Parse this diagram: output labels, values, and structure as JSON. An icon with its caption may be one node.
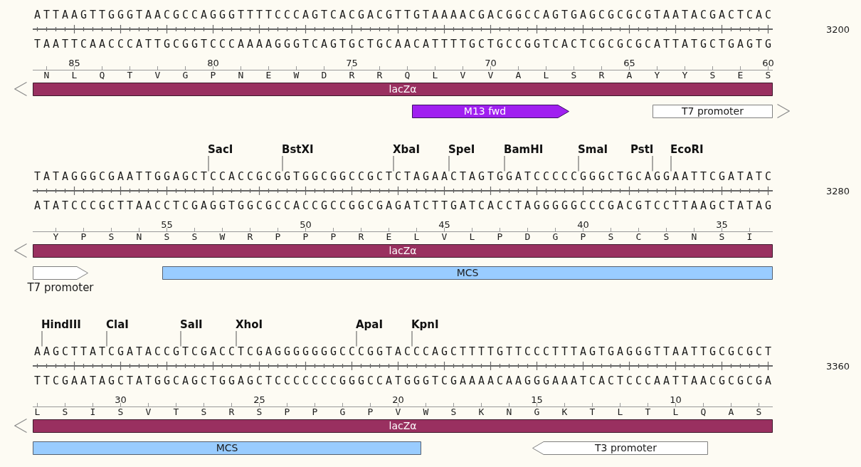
{
  "diagram": {
    "nodes": [
      {
        "text": [
          "lacZα"
        ]
      },
      {
        "text": [
          "M13 fwd"
        ]
      },
      {
        "text": [
          "T7 promoter"
        ]
      },
      {
        "text": [
          "SacI"
        ]
      },
      {
        "text": [
          "BstXI"
        ]
      },
      {
        "text": [
          "XbaI"
        ]
      },
      {
        "text": [
          "SpeI"
        ]
      },
      {
        "text": [
          "BamHI"
        ]
      },
      {
        "text": [
          "SmaI"
        ]
      },
      {
        "text": [
          "PstI"
        ]
      },
      {
        "text": [
          "EcoRI"
        ]
      },
      {
        "text": [
          "TATAGGGCGAATTGGAGCTCCACCGCGGTGGCGGCCGCTCTAGAACTAGTGGATCCCCCGGGCTGCAGGAATTCGATATC"
        ]
      },
      {
        "text": [
          "lacZα"
        ]
      },
      {
        "text": [
          "T7 promoter"
        ]
      },
      {
        "text": [
          "MCS"
        ]
      },
      {
        "text": [
          "HindIII"
        ]
      },
      {
        "text": [
          "ClaI"
        ]
      },
      {
        "text": [
          "SalI"
        ]
      },
      {
        "text": [
          "XhoI"
        ]
      },
      {
        "text": [
          "ApaI"
        ]
      },
      {
        "text": [
          "KpnI"
        ]
      },
      {
        "text": [
          "AAGCTTATCGATACCGTCGACCTCGAGGGGGGGCCCGGTACCCAGCTTTTGTTCCCTTTAGTGAGGGTTAATTGCGCGCT"
        ]
      },
      {
        "text": [
          "lacZα"
        ]
      },
      {
        "text": [
          "MCS"
        ]
      },
      {
        "text": [
          "T3 promoter"
        ]
      }
    ],
    "edges": [
      {
        "from": 3,
        "to": 11,
        "arrow": "none"
      },
      {
        "from": 4,
        "to": 11,
        "arrow": "none"
      },
      {
        "from": 5,
        "to": 11,
        "arrow": "none"
      },
      {
        "from": 6,
        "to": 11,
        "arrow": "none"
      },
      {
        "from": 7,
        "to": 11,
        "arrow": "none"
      },
      {
        "from": 8,
        "to": 11,
        "arrow": "none"
      },
      {
        "from": 9,
        "to": 11,
        "arrow": "none"
      },
      {
        "from": 10,
        "to": 11,
        "arrow": "none"
      },
      {
        "from": 15,
        "to": 21,
        "arrow": "none"
      },
      {
        "from": 16,
        "to": 21,
        "arrow": "none"
      },
      {
        "from": 17,
        "to": 21,
        "arrow": "none"
      },
      {
        "from": 18,
        "to": 21,
        "arrow": "none"
      },
      {
        "from": 19,
        "to": 21,
        "arrow": "none"
      },
      {
        "from": 20,
        "to": 21,
        "arrow": "none"
      }
    ],
    "labels": [
      "ATTAAGTTGGGTAACGCCAGGGTTTTCCCAGTCACGACGTTGTAAAACGACGGCCAGTGAGCGCGCGTAATACGACTCAC",
      "3200",
      "TAATTCAACCCATTGCGGTCCCAAAAGGGTCAGTGCTGCAACATTTTGCTGCCGGTCACTCGCGCGCATTATGCTGAGTG",
      "85",
      "80",
      "75",
      "70",
      "65",
      "60",
      "N L Q T V G P N E W D R R Q L V V A L S R A Y Y S E S",
      "3280",
      "ATATCCCGCTTAACCTCGAGGTGGCGCCACCGCCGGCGAGATCTTGATCACCTAGGGGGCCCGACGTCCTTAAGCTATAG",
      "55",
      "50",
      "45",
      "40",
      "35",
      "Y P S N S S W R P P P R E L V L P D G P S C S N S I",
      "3360",
      "TTCGAATAGCTATGGCAGCTGGAGCTCCCCCCCGGGCCATGGGTCGAAAACAAGGGAAATCACTCCCAATTAACGCGCGA",
      "30",
      "25",
      "20",
      "15",
      "10",
      "L S I S V T S R S P P G P V W S K N G K T L T L Q A S"
    ]
  }
}
